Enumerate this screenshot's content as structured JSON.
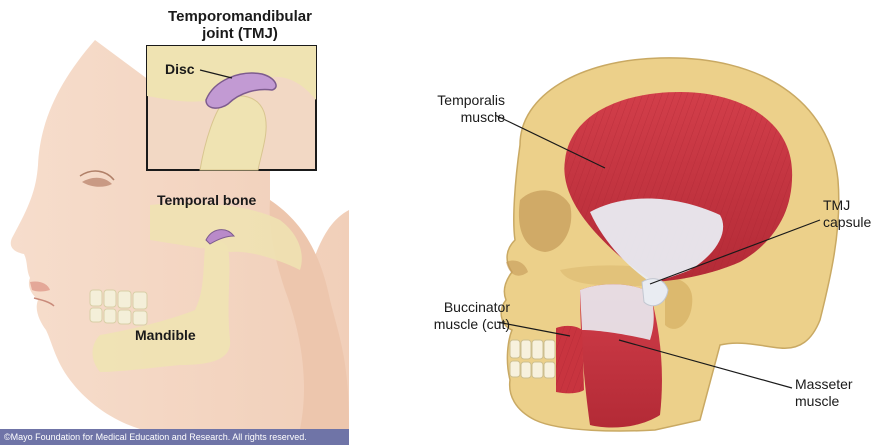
{
  "left_figure": {
    "title_line1": "Temporomandibular",
    "title_line2": "joint (TMJ)",
    "disc": "Disc",
    "temporal_bone": "Temporal bone",
    "mandible": "Mandible",
    "copyright": "©Mayo Foundation for Medical Education and Research. All rights reserved."
  },
  "right_figure": {
    "temporalis_line1": "Temporalis",
    "temporalis_line2": "muscle",
    "tmj_line1": "TMJ",
    "tmj_line2": "capsule",
    "buccinator_line1": "Buccinator",
    "buccinator_line2": "muscle (cut)",
    "masseter_line1": "Masseter",
    "masseter_line2": "muscle"
  },
  "colors": {
    "skin": "#f3d3bf",
    "bone": "#efe3b2",
    "disc": "#b98ac9",
    "muscle": "#c8343f",
    "tendon": "#e9ecf2",
    "skull": "#ecd08a",
    "banner": "#6f74a7"
  }
}
